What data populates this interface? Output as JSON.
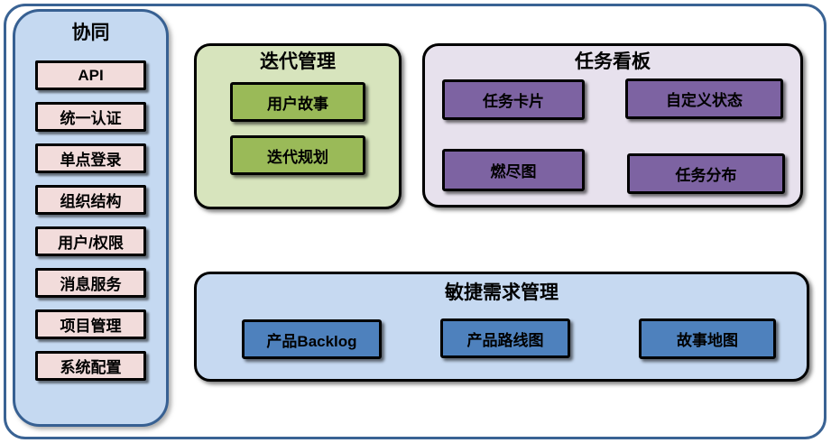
{
  "diagram": {
    "sidebar": {
      "title": "协同",
      "items": [
        "API",
        "统一认证",
        "单点登录",
        "组织结构",
        "用户/权限",
        "消息服务",
        "项目管理",
        "系统配置"
      ]
    },
    "iteration": {
      "title": "迭代管理",
      "items": [
        "用户故事",
        "迭代规划"
      ]
    },
    "kanban": {
      "title": "任务看板",
      "items": [
        "任务卡片",
        "自定义状态",
        "燃尽图",
        "任务分布"
      ]
    },
    "requirements": {
      "title": "敏捷需求管理",
      "items": [
        "产品Backlog",
        "产品路线图",
        "故事地图"
      ]
    }
  },
  "colors": {
    "frame-border": "#3a6394",
    "sidebar-bg": "#c5d9f1",
    "sidebar-border": "#376092",
    "sidebar-item-bg": "#f2dcdb",
    "iteration-bg": "#d7e4bd",
    "iteration-item-bg": "#9aba58",
    "kanban-bg": "#e7e1ed",
    "kanban-item-bg": "#7d63a2",
    "requirements-bg": "#c6d9f1",
    "requirements-item-bg": "#4e81bd",
    "item-border": "#000000",
    "text": "#000000"
  }
}
